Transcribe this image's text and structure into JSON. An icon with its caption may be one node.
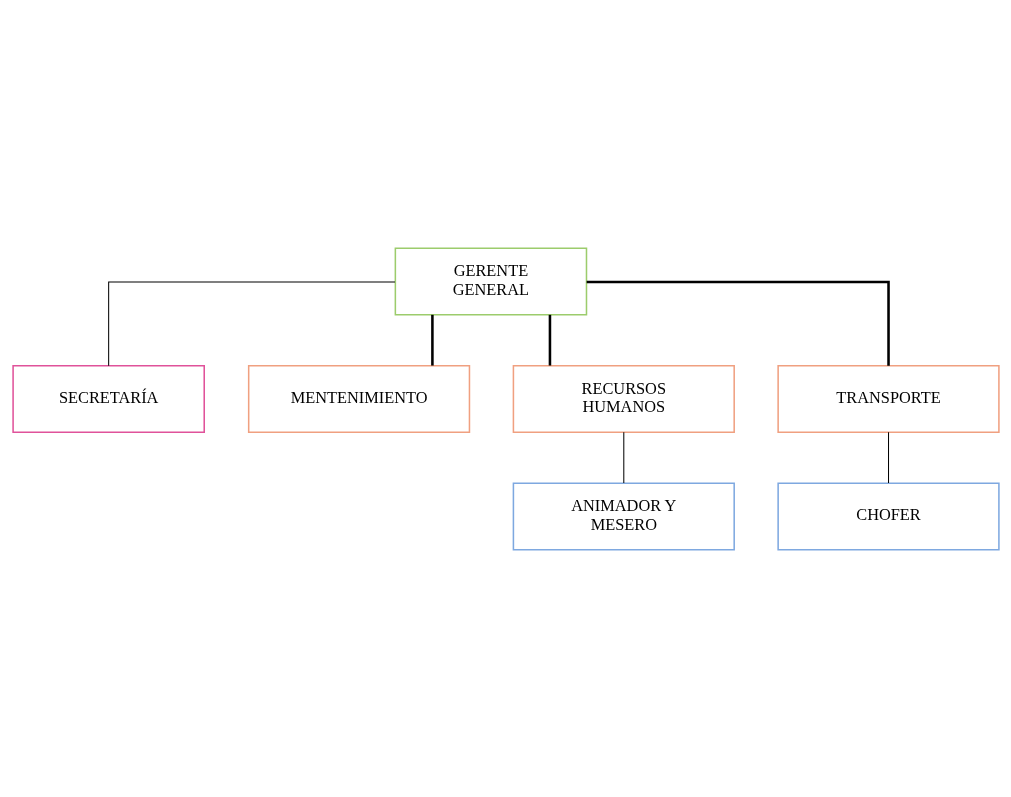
{
  "diagram": {
    "nodes": [
      {
        "text": [
          "GERENTE GENERAL"
        ]
      },
      {
        "text": [
          "SECRETARÍA"
        ]
      },
      {
        "text": [
          "MENTENIMIENTO"
        ]
      },
      {
        "text": [
          "RECURSOS HUMANOS"
        ]
      },
      {
        "text": [
          "TRANSPORTE"
        ]
      },
      {
        "text": [
          "ANIMADOR Y MESERO"
        ]
      },
      {
        "text": [
          "CHOFER"
        ]
      }
    ],
    "edges": [
      {
        "from": 0,
        "to": 1,
        "arrow": "none"
      },
      {
        "from": 0,
        "to": 2,
        "arrow": "none",
        "style": "thick"
      },
      {
        "from": 0,
        "to": 3,
        "arrow": "none",
        "style": "thick"
      },
      {
        "from": 0,
        "to": 4,
        "arrow": "none",
        "style": "thick"
      },
      {
        "from": 3,
        "to": 5,
        "arrow": "none"
      },
      {
        "from": 4,
        "to": 6,
        "arrow": "none"
      }
    ]
  }
}
